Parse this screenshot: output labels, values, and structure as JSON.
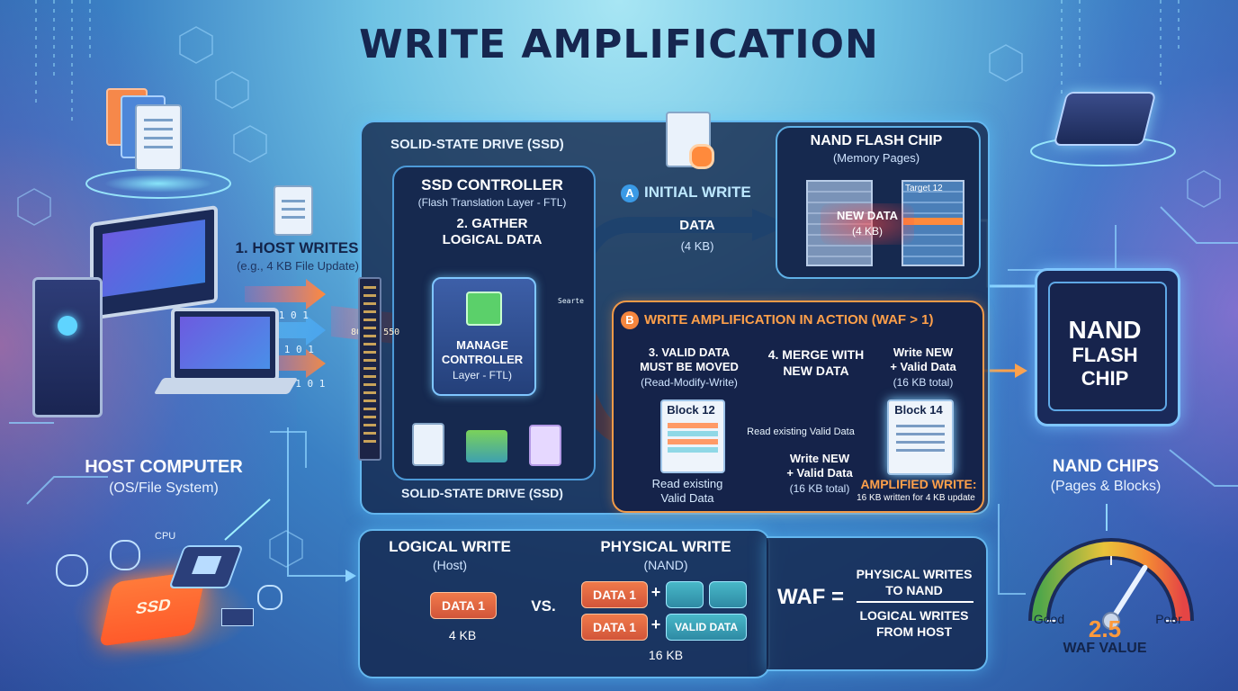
{
  "title": "WRITE AMPLIFICATION",
  "ssd_top_label": "SOLID-STATE DRIVE (SSD)",
  "ssd_bottom_label": "SOLID-STATE DRIVE (SSD)",
  "controller": {
    "title": "SSD CONTROLLER",
    "subtitle": "(Flash Translation Layer - FTL)",
    "gather_line1": "2. GATHER",
    "gather_line2": "LOGICAL DATA",
    "manage_line1": "MANAGE",
    "manage_line2": "CONTROLLER",
    "manage_line3": "Layer - FTL)"
  },
  "host": {
    "writes_title": "1. HOST WRITES",
    "writes_subtitle": "(e.g., 4 KB File Update)",
    "computer_title": "HOST COMPUTER",
    "computer_subtitle": "(OS/File System)",
    "binary_rows": [
      "1 0 0 1 0 1",
      "1 0 0 1 0 1",
      "0 1 0 1 0 1 0 1"
    ],
    "stream_digits": "808 3 550"
  },
  "bottom_left": {
    "cpu_label": "CPU",
    "ssd_label": "SSD"
  },
  "initial_write": {
    "badge": "A",
    "title": "INITIAL WRITE",
    "data_label": "DATA",
    "data_size": "(4 KB)",
    "stream_text": "Searte"
  },
  "nand_panel": {
    "title": "NAND FLASH CHIP",
    "subtitle": "(Memory Pages)",
    "target_label": "Target 12",
    "new_data_line1": "NEW DATA",
    "new_data_line2": "(4 KB)"
  },
  "amplification": {
    "badge": "B",
    "title": "WRITE AMPLIFICATION IN ACTION (WAF > 1)",
    "step3_line1": "3. VALID DATA",
    "step3_line2": "MUST BE MOVED",
    "step3_sub": "(Read-Modify-Write)",
    "step4_line1": "4. MERGE WITH",
    "step4_line2": "NEW DATA",
    "write_new_top_line1": "Write NEW",
    "write_new_top_line2": "+ Valid Data",
    "write_new_top_line3": "(16 KB total)",
    "block12": "Block 12",
    "block14": "Block 14",
    "read_existing_arrow": "Read existing Valid Data",
    "write_new_bottom_line1": "Write NEW",
    "write_new_bottom_line2": "+ Valid Data",
    "write_new_bottom_line3": "(16 KB total)",
    "read_existing_line1": "Read existing",
    "read_existing_line2": "Valid Data",
    "amplified_title": "AMPLIFIED WRITE:",
    "amplified_sub": "16 KB written for 4 KB update"
  },
  "big_chip": {
    "line1": "NAND",
    "line2": "FLASH",
    "line3": "CHIP",
    "label": "NAND CHIPS",
    "sublabel": "(Pages & Blocks)"
  },
  "comparison": {
    "logical_title": "LOGICAL WRITE",
    "logical_sub": "(Host)",
    "logical_chip": "DATA 1",
    "logical_size": "4 KB",
    "vs": "VS.",
    "physical_title": "PHYSICAL WRITE",
    "physical_sub": "(NAND)",
    "physical_chip1": "DATA 1",
    "physical_chip2": "DATA 1",
    "plus1": "+",
    "plus2": "+",
    "valid_data": "VALID DATA",
    "physical_size": "16 KB"
  },
  "formula": {
    "lhs": "WAF =",
    "num_line1": "PHYSICAL WRITES",
    "num_line2": "TO NAND",
    "den_line1": "LOGICAL WRITES",
    "den_line2": "FROM HOST"
  },
  "gauge": {
    "good": "Good",
    "poor": "Poor",
    "value": "2.5",
    "value_label": "WAF VALUE",
    "fraction": 0.68
  },
  "colors": {
    "title": "#16264f",
    "accent_orange": "#f5863e",
    "accent_blue": "#4fb5f0",
    "panel_dark": "#16294f"
  }
}
